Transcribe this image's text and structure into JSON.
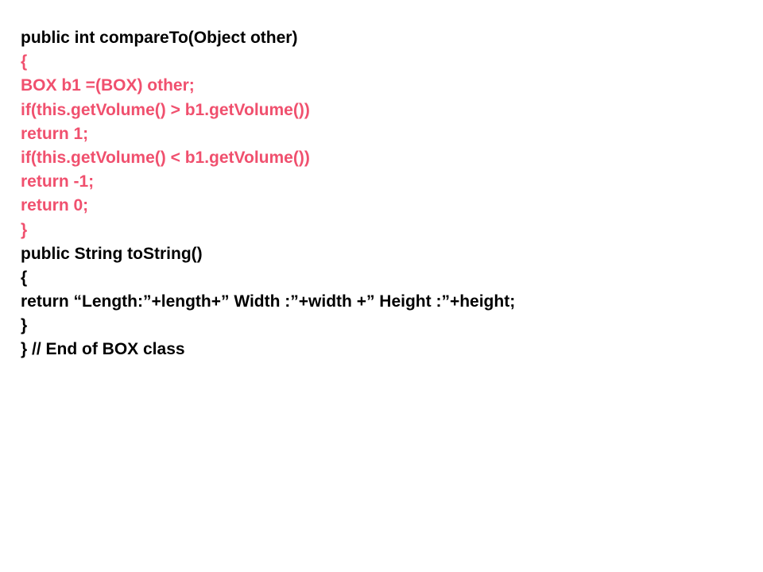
{
  "colors": {
    "default_text": "#000000",
    "highlight_text": "#f0506e",
    "background": "#ffffff"
  },
  "code": {
    "lines": [
      {
        "text": "public int compareTo(Object other)",
        "color": "#000000"
      },
      {
        "text": "{",
        "color": "#f0506e"
      },
      {
        "text": "BOX b1 =(BOX) other;",
        "color": "#f0506e"
      },
      {
        "text": "if(this.getVolume() > b1.getVolume())",
        "color": "#f0506e"
      },
      {
        "text": "return 1;",
        "color": "#f0506e"
      },
      {
        "text": "if(this.getVolume() < b1.getVolume())",
        "color": "#f0506e"
      },
      {
        "text": "return -1;",
        "color": "#f0506e"
      },
      {
        "text": "return 0;",
        "color": "#f0506e"
      },
      {
        "text": "}",
        "color": "#f0506e"
      },
      {
        "text": "public String toString()",
        "color": "#000000"
      },
      {
        "text": "{",
        "color": "#000000"
      },
      {
        "text": "return “Length:”+length+” Width :”+width +” Height :”+height;",
        "color": "#000000"
      },
      {
        "text": "}",
        "color": "#000000"
      },
      {
        "text": "} // End of BOX class",
        "color": "#000000"
      }
    ]
  }
}
